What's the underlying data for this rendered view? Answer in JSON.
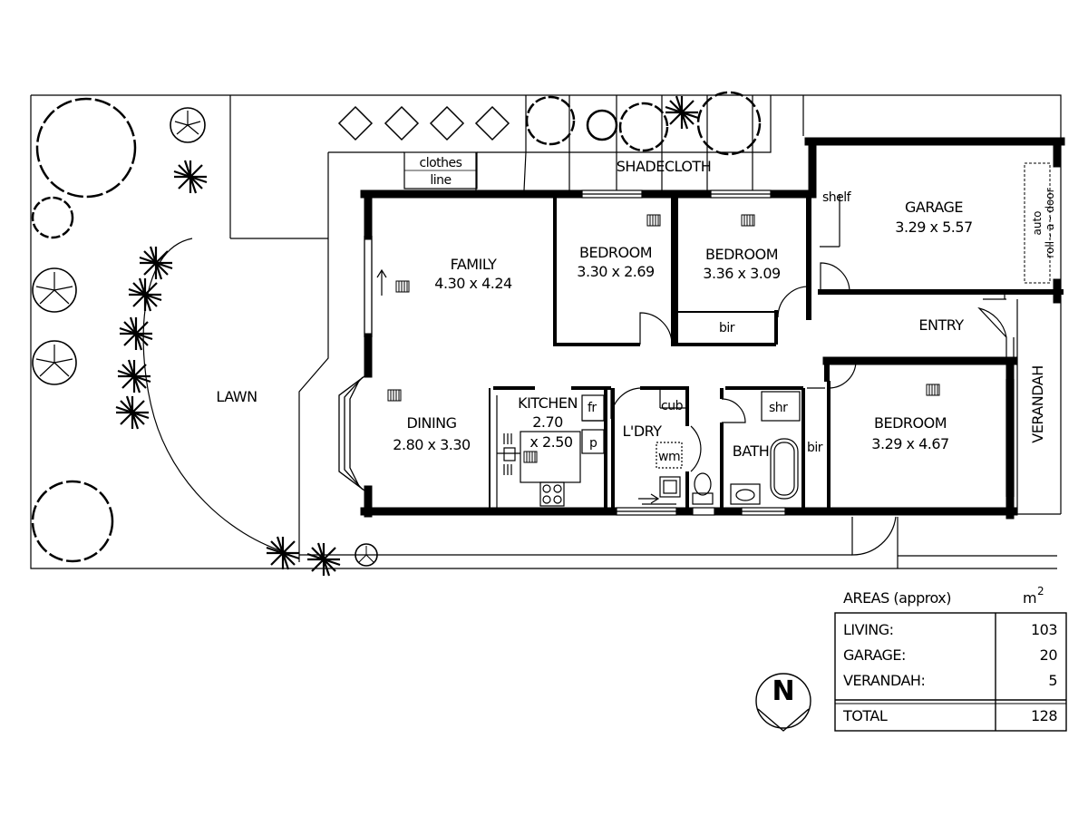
{
  "rooms": {
    "family": {
      "name": "FAMILY",
      "dims": "4.30 x 4.24"
    },
    "bedroom1": {
      "name": "BEDROOM",
      "dims": "3.30 x 2.69"
    },
    "bedroom2": {
      "name": "BEDROOM",
      "dims": "3.36 x 3.09"
    },
    "garage": {
      "name": "GARAGE",
      "dims": "3.29 x 5.57"
    },
    "dining": {
      "name": "DINING",
      "dims": "2.80 x 3.30"
    },
    "kitchen": {
      "name": "KITCHEN",
      "dims1": "2.70",
      "dims2": "x 2.50"
    },
    "laundry": {
      "name": "L'DRY"
    },
    "bath": {
      "name": "BATH"
    },
    "bedroom3": {
      "name": "BEDROOM",
      "dims": "3.29 x 4.67"
    },
    "entry": {
      "name": "ENTRY"
    },
    "verandah": {
      "name": "VERANDAH"
    },
    "lawn": {
      "name": "LAWN"
    }
  },
  "fixtures": {
    "shelf": "shelf",
    "auto_door_1": "auto",
    "auto_door_2": "roll - a - door",
    "bir1": "bir",
    "bir2": "bir",
    "fridge": "fr",
    "pantry": "p",
    "cupboard": "cub",
    "washing_machine": "wm",
    "shower": "shr",
    "clothes_line_1": "clothes",
    "clothes_line_2": "line",
    "shadecloth": "SHADECLOTH"
  },
  "compass": {
    "letter": "N"
  },
  "areas": {
    "title": "AREAS (approx)",
    "unit": "m",
    "unit_sup": "2",
    "rows": [
      {
        "label": "LIVING:",
        "value": "103"
      },
      {
        "label": "GARAGE:",
        "value": "20"
      },
      {
        "label": "VERANDAH:",
        "value": "5"
      }
    ],
    "total_label": "TOTAL",
    "total_value": "128"
  }
}
